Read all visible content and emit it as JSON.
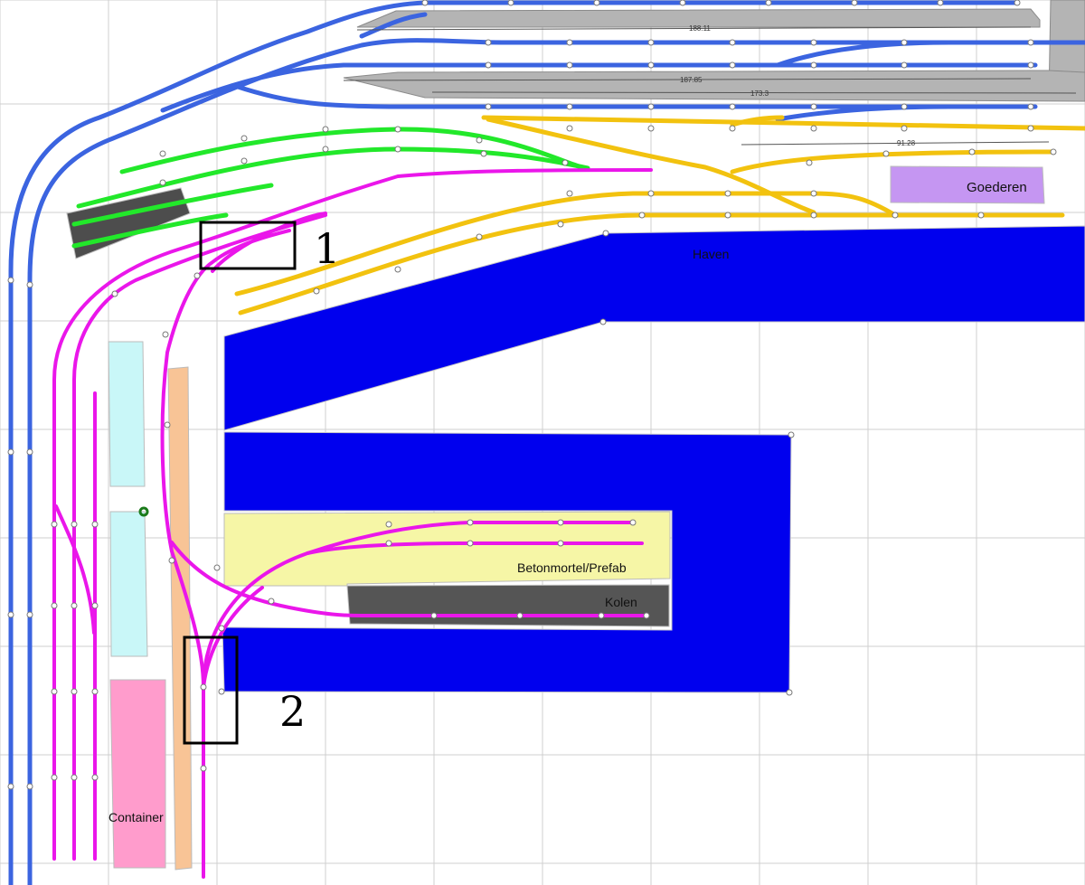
{
  "areas": {
    "goods": "Goederen",
    "harbor": "Haven",
    "concrete": "Betonmortel/Prefab",
    "coal": "Kolen",
    "container": "Container"
  },
  "dimensions": {
    "top_siding": "188.11",
    "second_siding": "187.85",
    "third_siding": "173.3",
    "yellow_siding": "91.28"
  },
  "markers": {
    "marker_1": "1",
    "marker_2": "2"
  },
  "colors": {
    "mainline": "#3b64e0",
    "green_yard": "#22e82a",
    "harbor_tracks": "#f2c20f",
    "industry_tracks": "#ea16ea",
    "water": "#0000ee",
    "goods_area": "#c596f2",
    "concrete_area": "#f6f6a6",
    "container_area": "#ff9ccc",
    "light_cyan_area": "#c9f7f8",
    "orange_area": "#f8c496",
    "coal_area": "#555555"
  }
}
